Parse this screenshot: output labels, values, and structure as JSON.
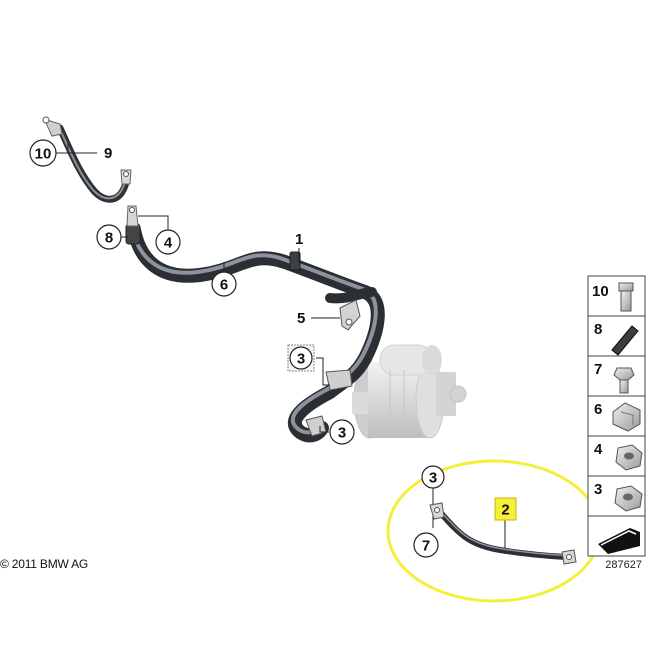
{
  "diagram": {
    "copyright": "© 2011 BMW AG",
    "diagram_id": "287627",
    "highlight_color": "#f5ee3a",
    "callouts": {
      "c10": "10",
      "c9": "9",
      "c8": "8",
      "c4": "4",
      "c1": "1",
      "c6": "6",
      "c5": "5",
      "c3a": "3",
      "c3b": "3",
      "c3c": "3",
      "c2": "2",
      "c7": "7"
    },
    "legend": [
      {
        "num": "10",
        "icon": "rivet-nut-icon"
      },
      {
        "num": "8",
        "icon": "sleeve-icon"
      },
      {
        "num": "7",
        "icon": "bolt-icon"
      },
      {
        "num": "6",
        "icon": "clip-icon"
      },
      {
        "num": "4",
        "icon": "nut-icon"
      },
      {
        "num": "3",
        "icon": "hex-nut-icon"
      }
    ]
  }
}
